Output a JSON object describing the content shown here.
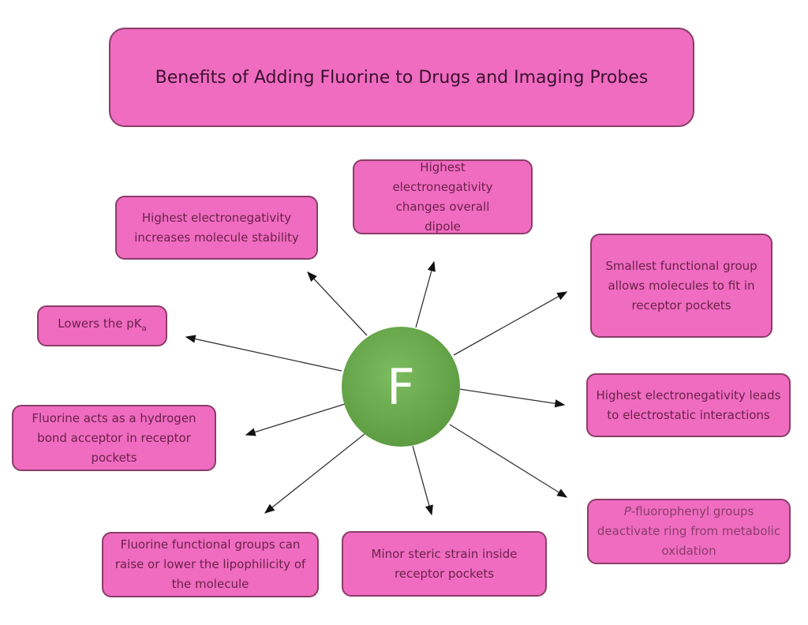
{
  "title": "Benefits of Adding Fluorine to Drugs and Imaging Probes",
  "center": {
    "label": "F"
  },
  "benefits": [
    {
      "text": "Highest electronegativity increases molecule stability"
    },
    {
      "text": "Highest electronegativity changes overall dipole"
    },
    {
      "text": "Smallest functional group allows molecules to fit in receptor pockets"
    },
    {
      "text": "Lowers the pK",
      "subscript": "a"
    },
    {
      "text": "Highest electronegativity leads to electrostatic interactions"
    },
    {
      "text": "Fluorine acts as a hydrogen bond acceptor in receptor pockets"
    },
    {
      "italic_prefix": "P",
      "text": "-fluorophenyl groups deactivate ring from metabolic oxidation"
    },
    {
      "text": "Fluorine functional groups can raise or lower the lipophilicity of the molecule"
    },
    {
      "text": "Minor steric strain inside receptor pockets"
    }
  ],
  "colors": {
    "box": "#ef6cc0",
    "border": "#8a3d68",
    "circle": "#5d9c42"
  }
}
